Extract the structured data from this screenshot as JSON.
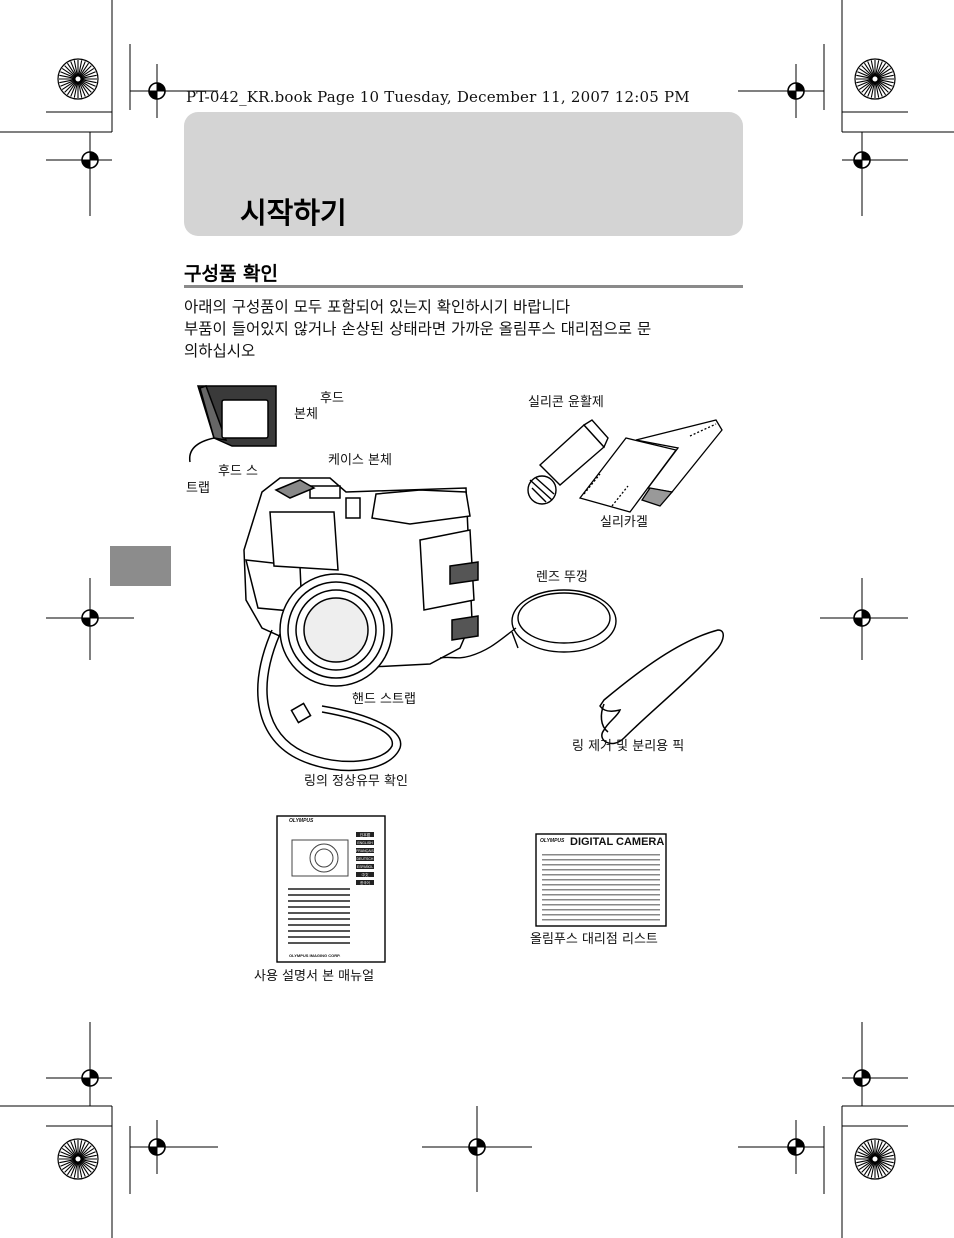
{
  "header": {
    "file_line": "PT-042_KR.book  Page 10  Tuesday, December 11, 2007  12:05 PM"
  },
  "chapter": {
    "title": "시작하기"
  },
  "section": {
    "title": "구성품 확인",
    "intro_lines": [
      "아래의 구성품이 모두 포함되어 있는지 확인하시기 바랍니다",
      "부품이 들어있지 않거나 손상된 상태라면 가까운 올림푸스 대리점으로 문",
      "의하십시오"
    ]
  },
  "parts": {
    "hood_body_line1": "후드",
    "hood_body_line2": "본체",
    "hood_strap_line1": "후드 스",
    "hood_strap_line2": "트랩",
    "case_body": "케이스 본체",
    "silicone_grease": "실리콘 윤활제",
    "silica_gel": "실리카겔",
    "lens_cap": "렌즈 뚜껑",
    "hand_strap": "핸드 스트랩",
    "ring_pick": "링 제거 및 분리용 픽",
    "ring_check": "링의 정상유무 확인",
    "manual": "사용 설명서  본 매뉴얼",
    "dealer_list": "올림푸스 대리점 리스트"
  },
  "manual_cover": {
    "brand": "OLYMPUS",
    "languages": [
      "日本語",
      "ENGLISH",
      "FRANÇAIS",
      "DEUTSCH",
      "ESPAÑOL",
      "中文",
      "한국어"
    ],
    "footer": "OLYMPUS IMAGING CORP."
  },
  "dealer_sheet": {
    "brand": "OLYMPUS",
    "heading": "DIGITAL CAMERA"
  },
  "colors": {
    "banner": "#d4d4d4",
    "side_tab": "#8c8c8c",
    "rule": "#8a8a8a"
  }
}
